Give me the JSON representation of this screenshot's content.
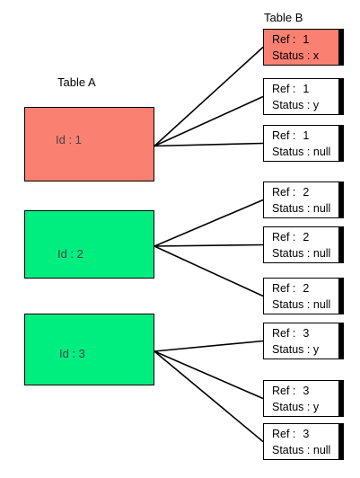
{
  "diagram": {
    "table_a": {
      "title": "Table A",
      "rows": [
        {
          "id_label": "Id : 1",
          "color": "#fa8072"
        },
        {
          "id_label": "Id : 2",
          "color": "#00ee80"
        },
        {
          "id_label": "Id : 3",
          "color": "#00ee80"
        }
      ]
    },
    "table_b": {
      "title": "Table B",
      "rows": [
        {
          "ref_label": "Ref :",
          "ref_value": "1",
          "status_label": "Status :",
          "status_value": "x",
          "color": "#fa8072"
        },
        {
          "ref_label": "Ref :",
          "ref_value": "1",
          "status_label": "Status :",
          "status_value": "y",
          "color": "#ffffff"
        },
        {
          "ref_label": "Ref :",
          "ref_value": "1",
          "status_label": "Status :",
          "status_value": "null",
          "color": "#ffffff"
        },
        {
          "ref_label": "Ref :",
          "ref_value": "2",
          "status_label": "Status :",
          "status_value": "null",
          "color": "#ffffff"
        },
        {
          "ref_label": "Ref :",
          "ref_value": "2",
          "status_label": "Status :",
          "status_value": "null",
          "color": "#ffffff"
        },
        {
          "ref_label": "Ref :",
          "ref_value": "2",
          "status_label": "Status :",
          "status_value": "null",
          "color": "#ffffff"
        },
        {
          "ref_label": "Ref :",
          "ref_value": "3",
          "status_label": "Status :",
          "status_value": "y",
          "color": "#ffffff"
        },
        {
          "ref_label": "Ref :",
          "ref_value": "3",
          "status_label": "Status :",
          "status_value": "y",
          "color": "#ffffff"
        },
        {
          "ref_label": "Ref :",
          "ref_value": "3",
          "status_label": "Status :",
          "status_value": "null",
          "color": "#ffffff"
        }
      ]
    },
    "relations": [
      {
        "from": 0,
        "to": 0
      },
      {
        "from": 0,
        "to": 1
      },
      {
        "from": 0,
        "to": 2
      },
      {
        "from": 1,
        "to": 3
      },
      {
        "from": 1,
        "to": 4
      },
      {
        "from": 1,
        "to": 5
      },
      {
        "from": 2,
        "to": 6
      },
      {
        "from": 2,
        "to": 7
      },
      {
        "from": 2,
        "to": 8
      }
    ],
    "line_color": "#000000"
  }
}
